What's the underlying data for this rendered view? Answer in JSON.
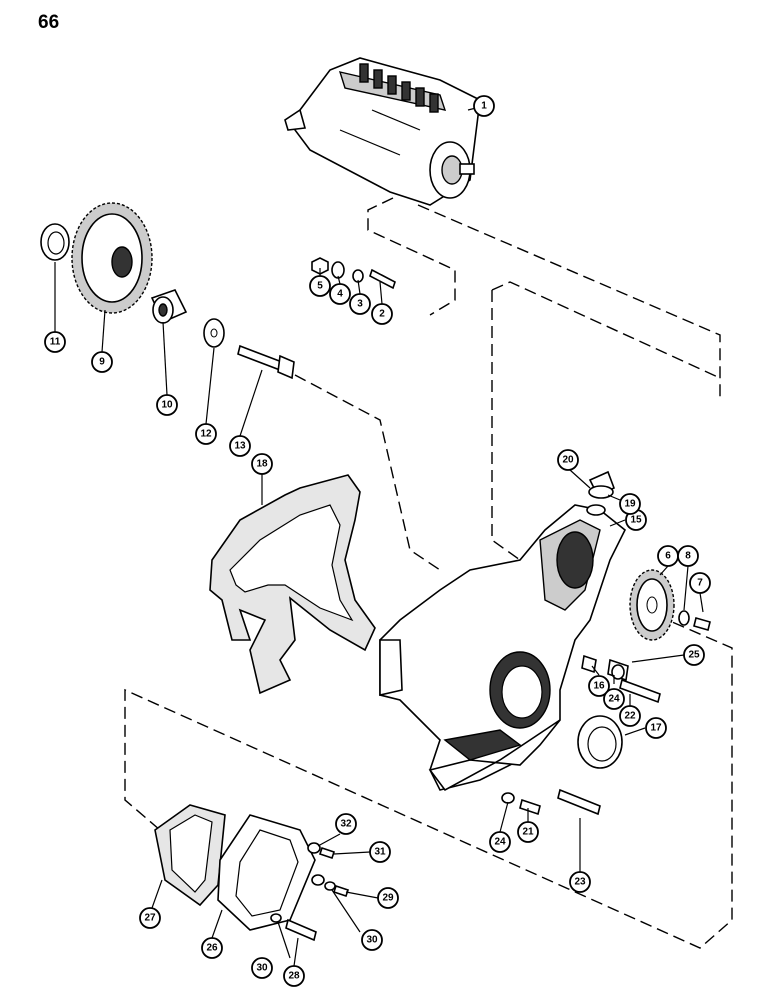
{
  "page": {
    "number": "66"
  },
  "callouts": [
    {
      "id": "c1",
      "label": "1"
    },
    {
      "id": "c2",
      "label": "2"
    },
    {
      "id": "c3",
      "label": "3"
    },
    {
      "id": "c4",
      "label": "4"
    },
    {
      "id": "c5",
      "label": "5"
    },
    {
      "id": "c6",
      "label": "6"
    },
    {
      "id": "c7",
      "label": "7"
    },
    {
      "id": "c8",
      "label": "8"
    },
    {
      "id": "c9",
      "label": "9"
    },
    {
      "id": "c10",
      "label": "10"
    },
    {
      "id": "c11",
      "label": "11"
    },
    {
      "id": "c12",
      "label": "12"
    },
    {
      "id": "c13",
      "label": "13"
    },
    {
      "id": "c15",
      "label": "15"
    },
    {
      "id": "c16",
      "label": "16"
    },
    {
      "id": "c17",
      "label": "17"
    },
    {
      "id": "c18",
      "label": "18"
    },
    {
      "id": "c19",
      "label": "19"
    },
    {
      "id": "c20",
      "label": "20"
    },
    {
      "id": "c21",
      "label": "21"
    },
    {
      "id": "c22",
      "label": "22"
    },
    {
      "id": "c23",
      "label": "23"
    },
    {
      "id": "c24a",
      "label": "24"
    },
    {
      "id": "c24b",
      "label": "24"
    },
    {
      "id": "c25",
      "label": "25"
    },
    {
      "id": "c26",
      "label": "26"
    },
    {
      "id": "c27",
      "label": "27"
    },
    {
      "id": "c28",
      "label": "28"
    },
    {
      "id": "c29",
      "label": "29"
    },
    {
      "id": "c30a",
      "label": "30"
    },
    {
      "id": "c30b",
      "label": "30"
    },
    {
      "id": "c31",
      "label": "31"
    },
    {
      "id": "c32",
      "label": "32"
    }
  ]
}
